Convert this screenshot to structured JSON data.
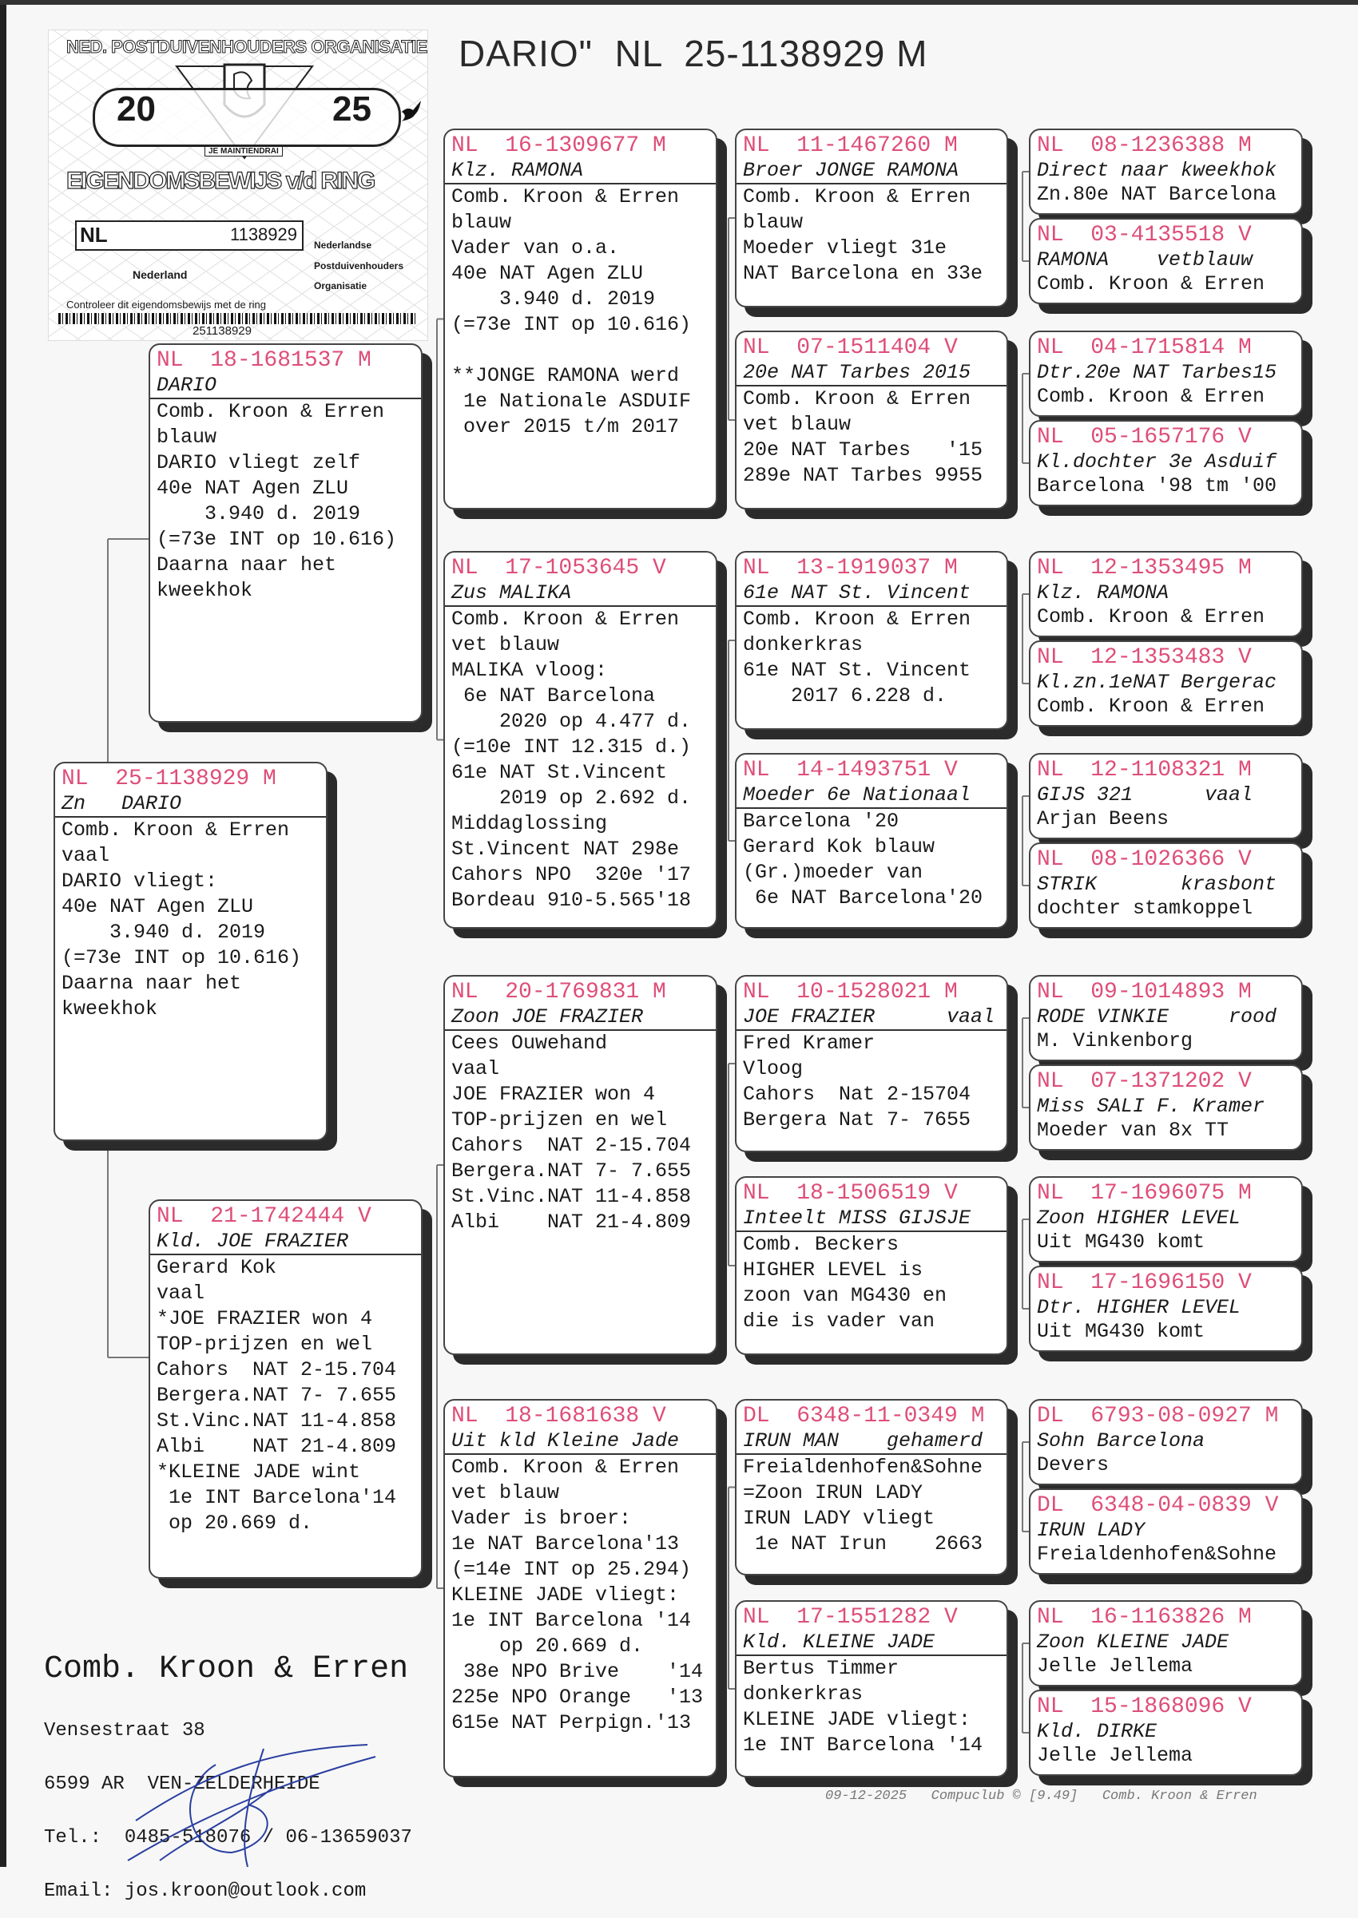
{
  "title": "DARIO\"  NL  25-1138929 M",
  "stamp": {
    "org": "NED. POSTDUIVENHOUDERS ORGANISATIE",
    "year_left": "20",
    "year_right": "25",
    "motto": "JE MAINTIENDRAI",
    "heading": "EIGENDOMSBEWIJS v/d RING",
    "country": "NL",
    "ring_number": "1138929",
    "nederland": "Nederland",
    "npo_n": "Nederlandse",
    "npo_p": "Postduivenhouders",
    "npo_o": "Organisatie",
    "check_text": "Controleer dit eigendomsbewijs met de ring",
    "barcode_number": "251138929"
  },
  "cards": [
    {
      "ring": "NL  25-1138929 M",
      "name": "Zn   DARIO",
      "lines": [
        "Comb. Kroon & Erren",
        "vaal",
        "DARIO vliegt:",
        "40e NAT Agen ZLU",
        "    3.940 d. 2019",
        "(=73e INT op 10.616)",
        "Daarna naar het",
        "kweekhok"
      ]
    },
    {
      "ring": "NL  18-1681537 M",
      "name": "DARIO",
      "lines": [
        "Comb. Kroon & Erren",
        "blauw",
        "DARIO vliegt zelf",
        "40e NAT Agen ZLU",
        "    3.940 d. 2019",
        "(=73e INT op 10.616)",
        "Daarna naar het",
        "kweekhok"
      ]
    },
    {
      "ring": "NL  21-1742444 V",
      "name": "Kld. JOE FRAZIER",
      "lines": [
        "Gerard Kok",
        "vaal",
        "*JOE FRAZIER won 4",
        "TOP-prijzen en wel",
        "Cahors  NAT 2-15.704",
        "Bergera.NAT 7- 7.655",
        "St.Vinc.NAT 11-4.858",
        "Albi    NAT 21-4.809",
        "*KLEINE JADE wint",
        " 1e INT Barcelona'14",
        " op 20.669 d."
      ]
    },
    {
      "ring": "NL  16-1309677 M",
      "name": "Klz. RAMONA",
      "lines": [
        "Comb. Kroon & Erren",
        "blauw",
        "Vader van o.a.",
        "40e NAT Agen ZLU",
        "    3.940 d. 2019",
        "(=73e INT op 10.616)",
        " ",
        "**JONGE RAMONA werd",
        " 1e Nationale ASDUIF",
        " over 2015 t/m 2017"
      ]
    },
    {
      "ring": "NL  17-1053645 V",
      "name": "Zus MALIKA",
      "lines": [
        "Comb. Kroon & Erren",
        "vet blauw",
        "MALIKA vloog:",
        " 6e NAT Barcelona",
        "    2020 op 4.477 d.",
        "(=10e INT 12.315 d.)",
        "61e NAT St.Vincent",
        "    2019 op 2.692 d.",
        "Middaglossing",
        "St.Vincent NAT 298e",
        "Cahors NPO  320e '17",
        "Bordeau 910-5.565'18"
      ]
    },
    {
      "ring": "NL  20-1769831 M",
      "name": "Zoon JOE FRAZIER",
      "lines": [
        "Cees Ouwehand",
        "vaal",
        "JOE FRAZIER won 4",
        "TOP-prijzen en wel",
        "Cahors  NAT 2-15.704",
        "Bergera.NAT 7- 7.655",
        "St.Vinc.NAT 11-4.858",
        "Albi    NAT 21-4.809"
      ]
    },
    {
      "ring": "NL  18-1681638 V",
      "name": "Uit kld Kleine Jade",
      "lines": [
        "Comb. Kroon & Erren",
        "vet blauw",
        "Vader is broer:",
        "1e NAT Barcelona'13",
        "(=14e INT op 25.294)",
        "KLEINE JADE vliegt:",
        "1e INT Barcelona '14",
        "    op 20.669 d.",
        " 38e NPO Brive    '14",
        "225e NPO Orange   '13",
        "615e NAT Perpign.'13"
      ]
    },
    {
      "ring": "NL  11-1467260 M",
      "name": "Broer JONGE RAMONA",
      "lines": [
        "Comb. Kroon & Erren",
        "blauw",
        "Moeder vliegt 31e",
        "NAT Barcelona en 33e"
      ]
    },
    {
      "ring": "NL  07-1511404 V",
      "name": "20e NAT Tarbes 2015",
      "lines": [
        "Comb. Kroon & Erren",
        "vet blauw",
        "20e NAT Tarbes   '15",
        "289e NAT Tarbes 9955"
      ]
    },
    {
      "ring": "NL  13-1919037 M",
      "name": "61e NAT St. Vincent",
      "lines": [
        "Comb. Kroon & Erren",
        "donkerkras",
        "61e NAT St. Vincent",
        "    2017 6.228 d."
      ]
    },
    {
      "ring": "NL  14-1493751 V",
      "name": "Moeder 6e Nationaal",
      "lines": [
        "Barcelona '20",
        "Gerard Kok blauw",
        "(Gr.)moeder van",
        " 6e NAT Barcelona'20"
      ]
    },
    {
      "ring": "NL  10-1528021 M",
      "name": "JOE FRAZIER      vaal",
      "lines": [
        "Fred Kramer",
        "Vloog",
        "Cahors  Nat 2-15704",
        "Bergera Nat 7- 7655"
      ]
    },
    {
      "ring": "NL  18-1506519 V",
      "name": "Inteelt MISS GIJSJE",
      "lines": [
        "Comb. Beckers",
        "HIGHER LEVEL is",
        "zoon van MG430 en",
        "die is vader van"
      ]
    },
    {
      "ring": "DL  6348-11-0349 M",
      "name": "IRUN MAN    gehamerd",
      "lines": [
        "Freialdenhofen&Sohne",
        "=Zoon IRUN LADY",
        "IRUN LADY vliegt",
        " 1e NAT Irun    2663"
      ]
    },
    {
      "ring": "NL  17-1551282 V",
      "name": "Kld. KLEINE JADE",
      "lines": [
        "Bertus Timmer",
        "donkerkras",
        "KLEINE JADE vliegt:",
        "1e INT Barcelona '14"
      ]
    },
    {
      "ring": "NL  08-1236388 M",
      "name": "Direct naar kweekhok",
      "lines": [
        "Zn.80e NAT Barcelona"
      ]
    },
    {
      "ring": "NL  03-4135518 V",
      "name": "RAMONA    vetblauw",
      "lines": [
        "Comb. Kroon & Erren"
      ]
    },
    {
      "ring": "NL  04-1715814 M",
      "name": "Dtr.20e NAT Tarbes15",
      "lines": [
        "Comb. Kroon & Erren"
      ]
    },
    {
      "ring": "NL  05-1657176 V",
      "name": "Kl.dochter 3e Asduif",
      "lines": [
        "Barcelona '98 tm '00"
      ]
    },
    {
      "ring": "NL  12-1353495 M",
      "name": "Klz. RAMONA",
      "lines": [
        "Comb. Kroon & Erren"
      ]
    },
    {
      "ring": "NL  12-1353483 V",
      "name": "Kl.zn.1eNAT Bergerac",
      "lines": [
        "Comb. Kroon & Erren"
      ]
    },
    {
      "ring": "NL  12-1108321 M",
      "name": "GIJS 321      vaal",
      "lines": [
        "Arjan Beens"
      ]
    },
    {
      "ring": "NL  08-1026366 V",
      "name": "STRIK       krasbont",
      "lines": [
        "dochter stamkoppel"
      ]
    },
    {
      "ring": "NL  09-1014893 M",
      "name": "RODE VINKIE     rood",
      "lines": [
        "M. Vinkenborg"
      ]
    },
    {
      "ring": "NL  07-1371202 V",
      "name": "Miss SALI F. Kramer",
      "lines": [
        "Moeder van 8x TT"
      ]
    },
    {
      "ring": "NL  17-1696075 M",
      "name": "Zoon HIGHER LEVEL",
      "lines": [
        "Uit MG430 komt"
      ]
    },
    {
      "ring": "NL  17-1696150 V",
      "name": "Dtr. HIGHER LEVEL",
      "lines": [
        "Uit MG430 komt"
      ]
    },
    {
      "ring": "DL  6793-08-0927 M",
      "name": "Sohn Barcelona",
      "lines": [
        "Devers"
      ]
    },
    {
      "ring": "DL  6348-04-0839 V",
      "name": "IRUN LADY",
      "lines": [
        "Freialdenhofen&Sohne"
      ]
    },
    {
      "ring": "NL  16-1163826 M",
      "name": "Zoon KLEINE JADE",
      "lines": [
        "Jelle Jellema"
      ]
    },
    {
      "ring": "NL  15-1868096 V",
      "name": "Kld. DIRKE",
      "lines": [
        "Jelle Jellema"
      ]
    }
  ],
  "owner": {
    "name": "Comb. Kroon & Erren",
    "street": "Vensestraat 38",
    "city": "6599 AR  VEN-ZELDERHEIDE",
    "phone": "Tel.:  0485-518076 / 06-13659037",
    "email": "Email: jos.kroon@outlook.com"
  },
  "footer": "09-12-2025   Compuclub © [9.49]   Comb. Kroon & Erren",
  "colors": {
    "ring": "#de4e78",
    "signature": "#2a3fa0"
  }
}
